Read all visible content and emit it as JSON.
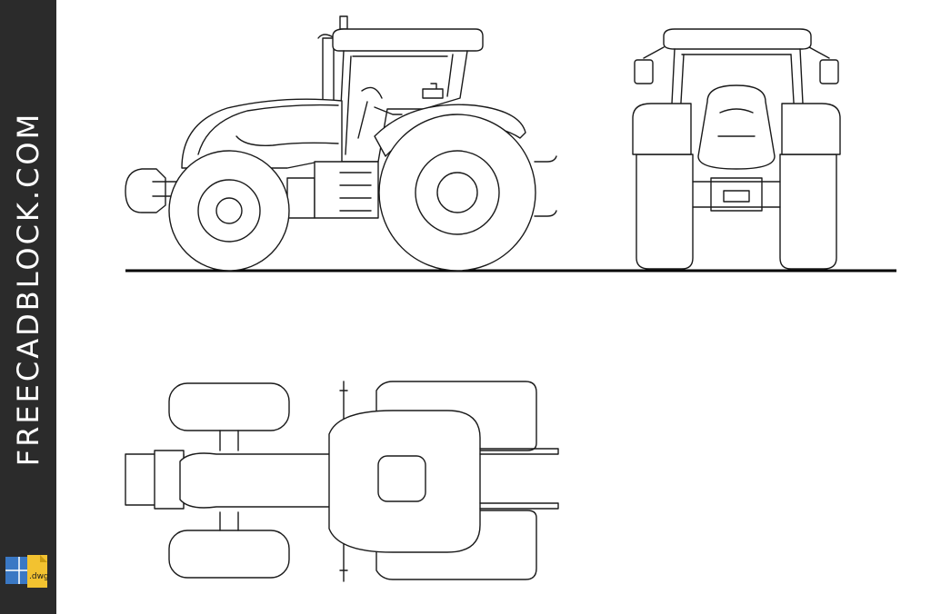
{
  "sidebar": {
    "brand_text": "FREECADBLOCK.COM",
    "logo_label": ".dwg",
    "logo_icon": "dwg-file-icon"
  },
  "drawing": {
    "views": [
      "side-view",
      "rear-view",
      "top-view"
    ],
    "subject": "tractor"
  }
}
